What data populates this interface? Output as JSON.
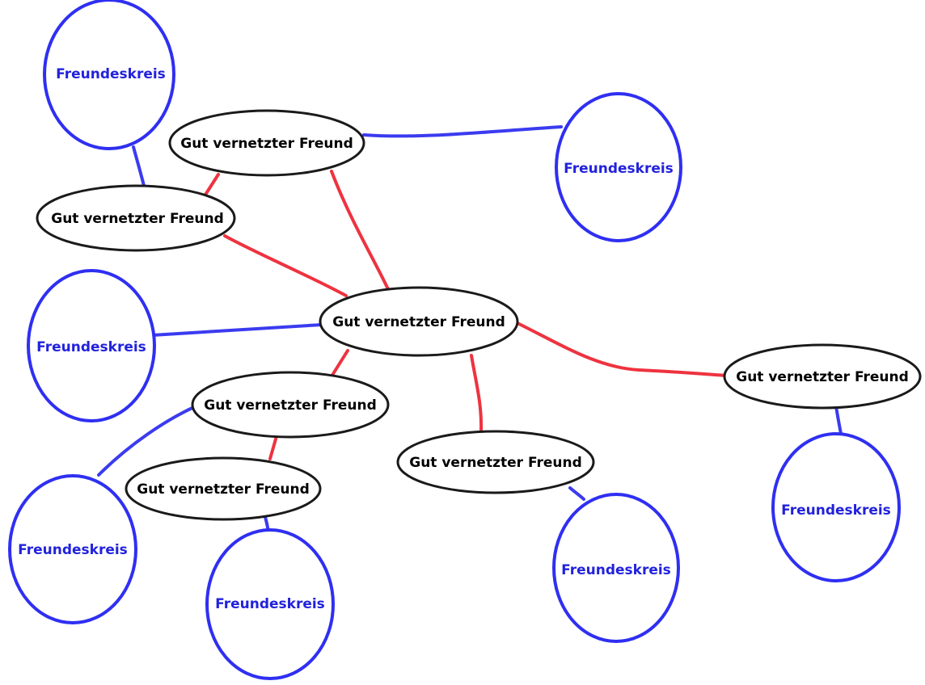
{
  "colors": {
    "friend_stroke": "#1a1a1a",
    "friend_text": "#000000",
    "friend_edge": "#ee3340",
    "circle_stroke": "#2f2ff2",
    "circle_text": "#2222dd",
    "circle_edge": "#3b3bf0"
  },
  "nodes": {
    "friend_center": "Gut vernetzter Freund",
    "friend_top": "Gut vernetzter Freund",
    "friend_upper_left": "Gut vernetzter Freund",
    "friend_right": "Gut vernetzter Freund",
    "friend_lower_left": "Gut vernetzter Freund",
    "friend_bottom_left": "Gut vernetzter Freund",
    "friend_bottom_middle": "Gut vernetzter Freund",
    "circle_top_left": "Freundeskreis",
    "circle_top_right": "Freundeskreis",
    "circle_middle_left": "Freundeskreis",
    "circle_right": "Freundeskreis",
    "circle_bottom_left": "Freundeskreis",
    "circle_bottom_center": "Freundeskreis",
    "circle_bottom_right": "Freundeskreis"
  },
  "edges": [
    {
      "from": "friend_center",
      "to": "friend_top",
      "kind": "friend"
    },
    {
      "from": "friend_center",
      "to": "friend_upper_left",
      "kind": "friend"
    },
    {
      "from": "friend_top",
      "to": "friend_upper_left",
      "kind": "friend"
    },
    {
      "from": "friend_center",
      "to": "friend_right",
      "kind": "friend"
    },
    {
      "from": "friend_center",
      "to": "friend_lower_left",
      "kind": "friend"
    },
    {
      "from": "friend_center",
      "to": "friend_bottom_middle",
      "kind": "friend"
    },
    {
      "from": "friend_lower_left",
      "to": "friend_bottom_left",
      "kind": "friend"
    },
    {
      "from": "friend_top",
      "to": "circle_top_right",
      "kind": "circle"
    },
    {
      "from": "friend_upper_left",
      "to": "circle_top_left",
      "kind": "circle"
    },
    {
      "from": "friend_center",
      "to": "circle_middle_left",
      "kind": "circle"
    },
    {
      "from": "friend_right",
      "to": "circle_right",
      "kind": "circle"
    },
    {
      "from": "friend_lower_left",
      "to": "circle_bottom_left",
      "kind": "circle"
    },
    {
      "from": "friend_bottom_left",
      "to": "circle_bottom_center",
      "kind": "circle"
    },
    {
      "from": "friend_bottom_middle",
      "to": "circle_bottom_right",
      "kind": "circle"
    }
  ]
}
